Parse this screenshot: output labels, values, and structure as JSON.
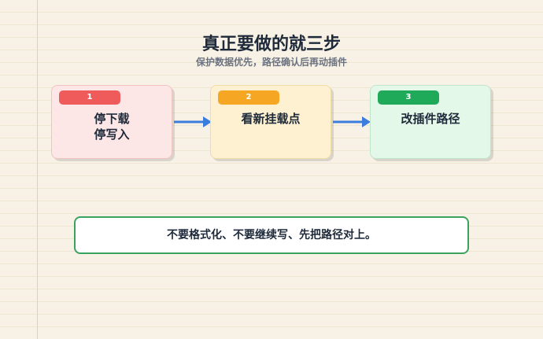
{
  "title": "真正要做的就三步",
  "subtitle": "保护数据优先，路径确认后再动插件",
  "steps": [
    {
      "number": "1",
      "lines": [
        "停下载",
        "停写入"
      ],
      "color": "#ef5b5b"
    },
    {
      "number": "2",
      "lines": [
        "看新挂载点"
      ],
      "color": "#f5a623"
    },
    {
      "number": "3",
      "lines": [
        "改插件路径"
      ],
      "color": "#1faa59"
    }
  ],
  "arrow_color": "#3b7ddd",
  "note": "不要格式化、不要继续写、先把路径对上。"
}
